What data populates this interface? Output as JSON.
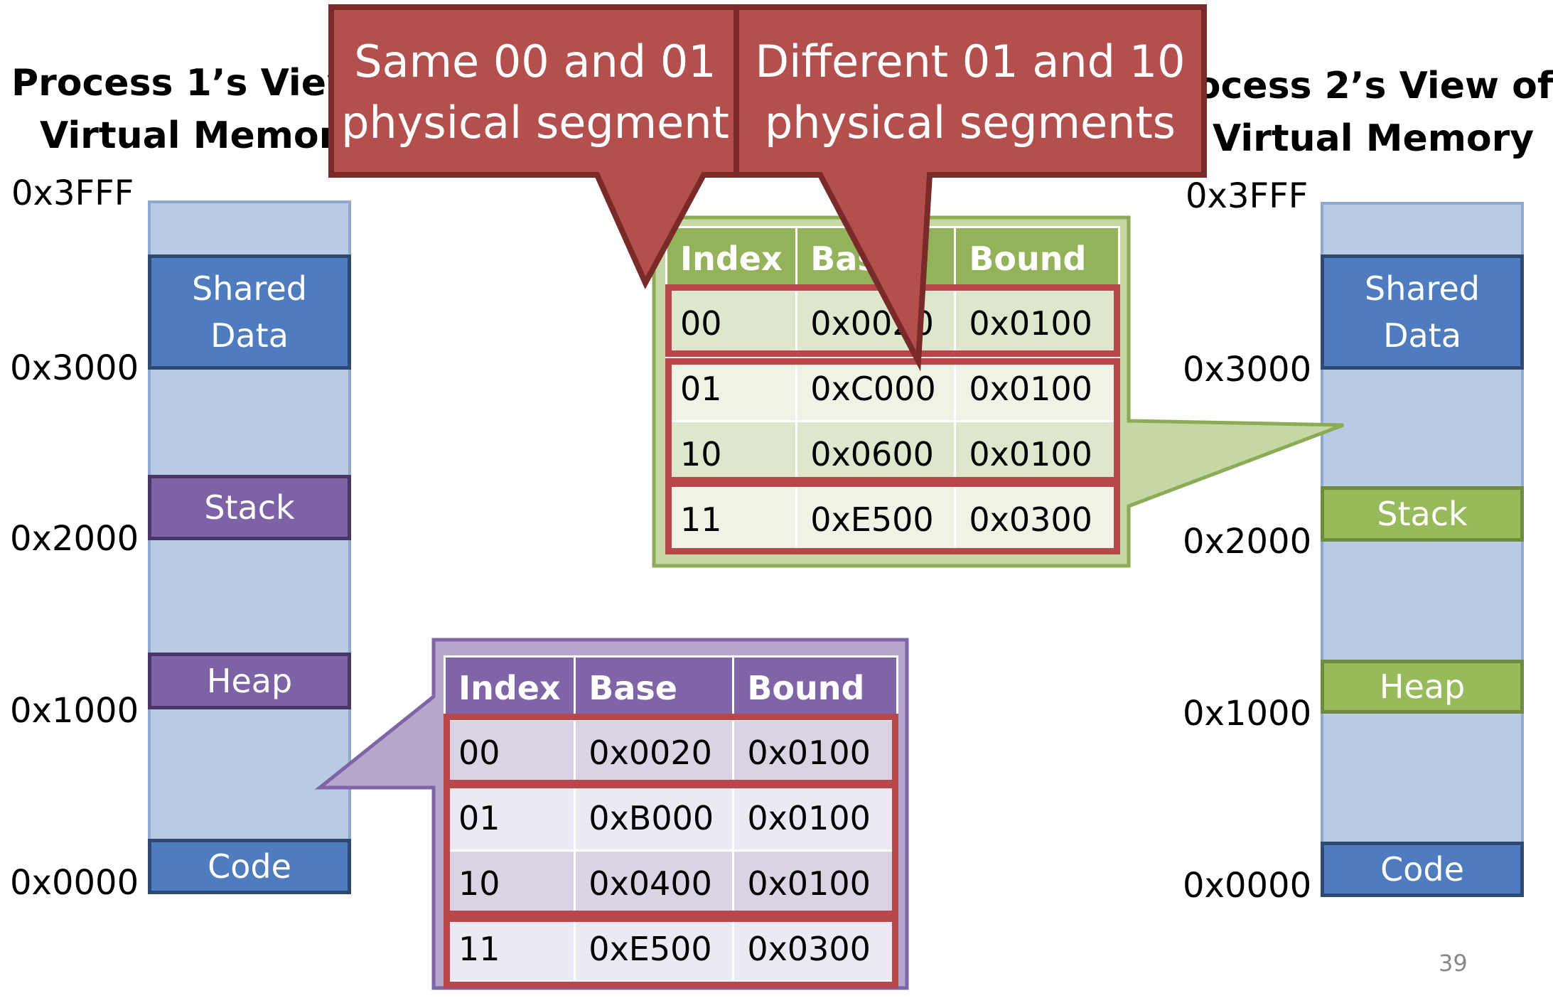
{
  "process1": {
    "title_line1": "Process 1’s View of",
    "title_line2": "Virtual Memory",
    "segments": {
      "shared": "Shared\nData",
      "stack": "Stack",
      "heap": "Heap",
      "code": "Code"
    }
  },
  "process2": {
    "title_line1": "Process 2’s View of",
    "title_line2": "Virtual Memory",
    "segments": {
      "shared": "Shared\nData",
      "stack": "Stack",
      "heap": "Heap",
      "code": "Code"
    }
  },
  "addresses": [
    "0x3FFF",
    "0x3000",
    "0x2000",
    "0x1000",
    "0x0000"
  ],
  "table_p2": {
    "headers": [
      "Index",
      "Base",
      "Bound"
    ],
    "rows": [
      [
        "00",
        "0x0020",
        "0x0100"
      ],
      [
        "01",
        "0xC000",
        "0x0100"
      ],
      [
        "10",
        "0x0600",
        "0x0100"
      ],
      [
        "11",
        "0xE500",
        "0x0300"
      ]
    ]
  },
  "table_p1": {
    "headers": [
      "Index",
      "Base",
      "Bound"
    ],
    "rows": [
      [
        "00",
        "0x0020",
        "0x0100"
      ],
      [
        "01",
        "0xB000",
        "0x0100"
      ],
      [
        "10",
        "0x0400",
        "0x0100"
      ],
      [
        "11",
        "0xE500",
        "0x0300"
      ]
    ]
  },
  "callouts": {
    "same": "Same 00 and 01\nphysical segment",
    "different": "Different 01 and 10\nphysical segments"
  },
  "page_number": "39",
  "colors": {
    "callout_red": "#b3504d",
    "highlight_red": "#b8474b",
    "p1_purple": "#7e62a6",
    "p2_green": "#97bb5b",
    "shared_blue": "#4f7cbf",
    "memory_bg": "#b9cae3"
  }
}
